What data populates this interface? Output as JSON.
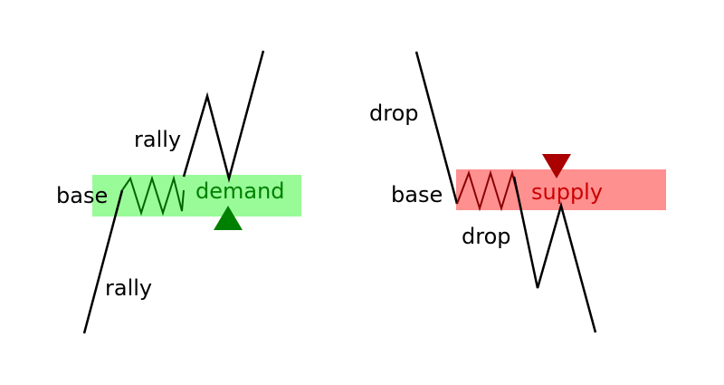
{
  "colors": {
    "demand_zone": "#98fb98",
    "demand_text": "#008000",
    "demand_arrow": "#008000",
    "supply_zone": "#ff9090",
    "supply_text": "#cc0000",
    "supply_arrow": "#aa0000",
    "line": "#000000",
    "base_line": "#006400",
    "base_line_supply": "#8b0000"
  },
  "demand": {
    "label_base": "base",
    "label_rally_low": "rally",
    "label_rally_high": "rally",
    "label_zone": "demand",
    "arrow": "up-triangle-icon"
  },
  "supply": {
    "label_drop_high": "drop",
    "label_base": "base",
    "label_drop_low": "drop",
    "label_zone": "supply",
    "arrow": "down-triangle-icon"
  }
}
